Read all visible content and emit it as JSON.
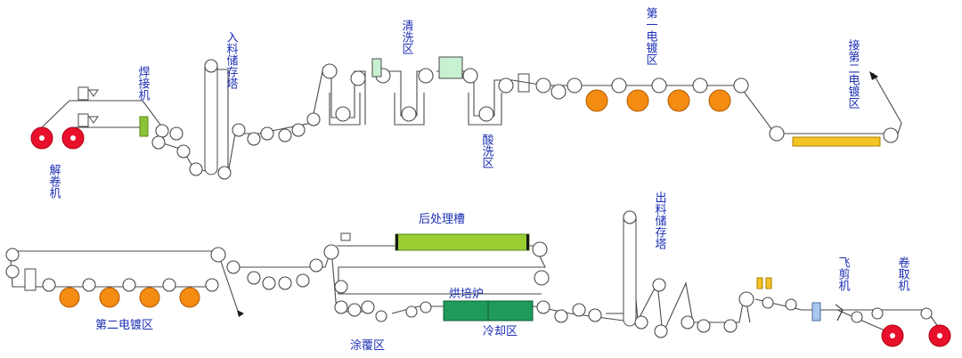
{
  "labels": {
    "uncoiler": "解卷机",
    "welder": "焊接机",
    "entry_accumulator": "入料储存塔",
    "rinse_zone": "清洗区",
    "pickling_zone": "酸洗区",
    "first_plating_zone": "第一电镀区",
    "to_second_plating": "接第二电镀区",
    "second_plating_zone": "第二电镀区",
    "post_treatment_tank": "后处理槽",
    "drying_oven": "烘培炉",
    "coating_zone": "涂覆区",
    "cooling_zone": "冷却区",
    "exit_accumulator": "出料储存塔",
    "flying_shear": "飞剪机",
    "recoiler": "卷取机"
  },
  "colors": {
    "strip": "#4a4a4a",
    "label": "#1c2fb4",
    "coil_red": "#e8102a",
    "plating_orange": "#f58c12",
    "welder_green": "#8fc23a",
    "rinse_green": "#c8f0d2",
    "yellow_tank": "#f4c324",
    "post_treatment_green": "#9acd32",
    "oven_green": "#1f9a5a"
  }
}
